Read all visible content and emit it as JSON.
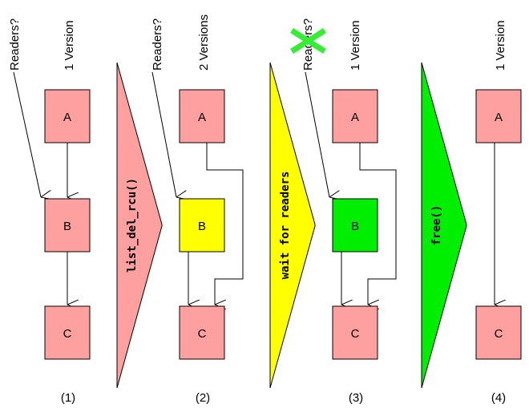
{
  "colors": {
    "pink": "#ffa0a0",
    "yellow": "#ffff00",
    "green": "#00ee00",
    "cross": "#33ee33"
  },
  "stages": [
    {
      "version_label": "1 Version",
      "readers_label": "Readers?",
      "stage_label": "(1)",
      "nodes": {
        "a": "A",
        "b": "B",
        "c": "C"
      }
    },
    {
      "version_label": "2 Versions",
      "readers_label": "Readers?",
      "stage_label": "(2)",
      "nodes": {
        "a": "A",
        "b": "B",
        "c": "C"
      }
    },
    {
      "version_label": "1 Version",
      "readers_label": "Readers?",
      "stage_label": "(3)",
      "nodes": {
        "a": "A",
        "b": "B",
        "c": "C"
      }
    },
    {
      "version_label": "1 Version",
      "stage_label": "(4)",
      "nodes": {
        "a": "A",
        "c": "C"
      }
    }
  ],
  "transitions": [
    {
      "label": "list_del_rcu()",
      "color": "#ffa0a0"
    },
    {
      "label": "wait for readers",
      "color": "#ffff00"
    },
    {
      "label": "free()",
      "color": "#00ee00"
    }
  ],
  "icons": {
    "cross": "x-mark-icon"
  }
}
